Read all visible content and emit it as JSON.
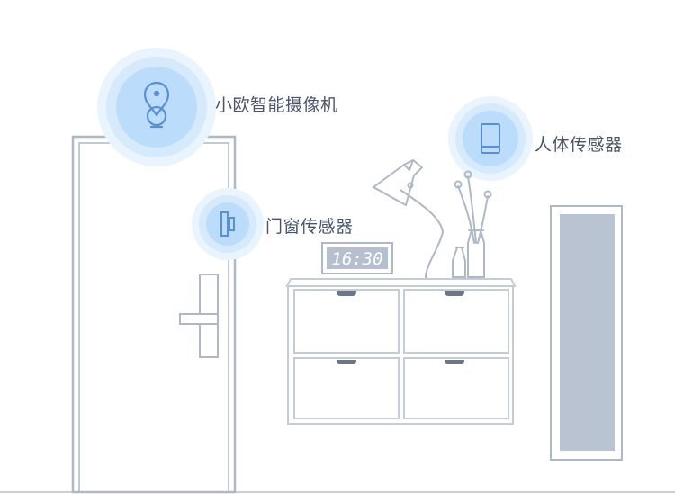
{
  "sensors": {
    "camera": {
      "label": "小欧智能摄像机",
      "icon": "camera-icon"
    },
    "door_window": {
      "label": "门窗传感器",
      "icon": "door-sensor-icon"
    },
    "human_body": {
      "label": "人体传感器",
      "icon": "motion-sensor-icon"
    }
  },
  "clock": {
    "time": "16:30"
  },
  "colors": {
    "line": "#aeb8c6",
    "halo_outer": "#eaf4fe",
    "halo_mid": "#d6eafc",
    "halo_inner": "#bcdcfb",
    "icon": "#5b8fd0",
    "drawer_handle": "#6e7684",
    "mirror": "#b9c3d1",
    "clock_display": "#b5bfcd"
  }
}
